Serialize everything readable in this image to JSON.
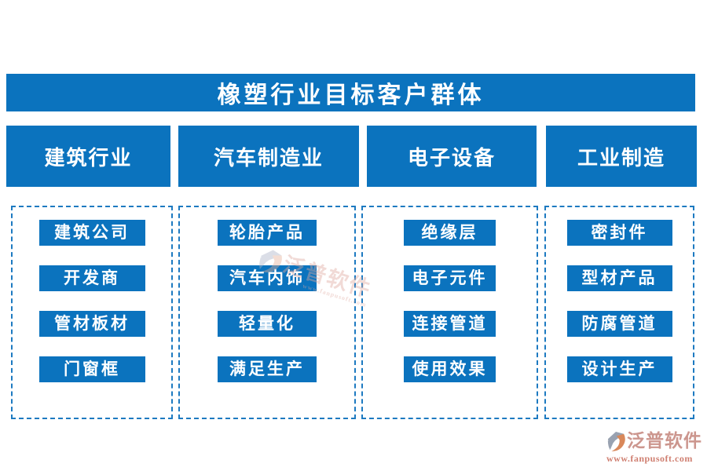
{
  "title": "橡塑行业目标客户群体",
  "columns": [
    {
      "header": "建筑行业",
      "items": [
        "建筑公司",
        "开发商",
        "管材板材",
        "门窗框"
      ]
    },
    {
      "header": "汽车制造业",
      "items": [
        "轮胎产品",
        "汽车内饰",
        "轻量化",
        "满足生产"
      ]
    },
    {
      "header": "电子设备",
      "items": [
        "绝缘层",
        "电子元件",
        "连接管道",
        "使用效果"
      ]
    },
    {
      "header": "工业制造",
      "items": [
        "密封件",
        "型材产品",
        "防腐管道",
        "设计生产"
      ]
    }
  ],
  "watermark": {
    "brand": "泛普软件",
    "url": "www.fanpusoft.com"
  },
  "footer": {
    "brand": "泛普软件",
    "url": "www.fanpusoft.com"
  },
  "colors": {
    "primary_blue": "#0b73be",
    "dashed_border": "#1d7ac1",
    "logo_gray": "#99a2b1",
    "logo_orange": "#d9885a",
    "footer_brand_text": "#cc968e",
    "footer_url_text": "#d08072",
    "watermark_text": "#dfa89e"
  }
}
